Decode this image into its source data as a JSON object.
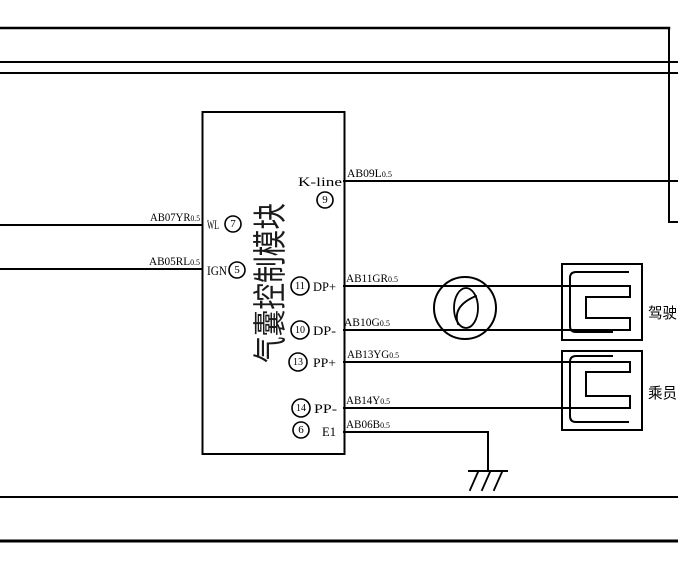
{
  "module": {
    "title": "气囊控制模块",
    "pins_left": [
      {
        "label": "WL",
        "number": "7"
      },
      {
        "label": "IGN",
        "number": "5"
      }
    ],
    "pins_right": [
      {
        "label": "K-line",
        "number": "9"
      },
      {
        "label": "DP+",
        "number": "11"
      },
      {
        "label": "DP-",
        "number": "10"
      },
      {
        "label": "PP+",
        "number": "13"
      },
      {
        "label": "PP-",
        "number": "14"
      },
      {
        "label": "E1",
        "number": "6"
      }
    ]
  },
  "wires": {
    "wl": {
      "code": "AB07YR",
      "gauge": "0.5"
    },
    "ign": {
      "code": "AB05RL",
      "gauge": "0.5"
    },
    "k_line": {
      "code": "AB09L",
      "gauge": "0.5"
    },
    "dp_plus": {
      "code": "AB11GR",
      "gauge": "0.5"
    },
    "dp_minus": {
      "code": "AB10G",
      "gauge": "0.5"
    },
    "pp_plus": {
      "code": "AB13YG",
      "gauge": "0.5"
    },
    "pp_minus": {
      "code": "AB14Y",
      "gauge": "0.5"
    },
    "e1": {
      "code": "AB06B",
      "gauge": "0.5"
    }
  },
  "components": {
    "driver_airbag_label": "驾驶",
    "passenger_airbag_label": "乘员",
    "clock_spring_icon": "clock-spring-icon",
    "ground_icon": "ground-icon"
  },
  "colors": {
    "line": "#000000",
    "background": "#ffffff"
  }
}
